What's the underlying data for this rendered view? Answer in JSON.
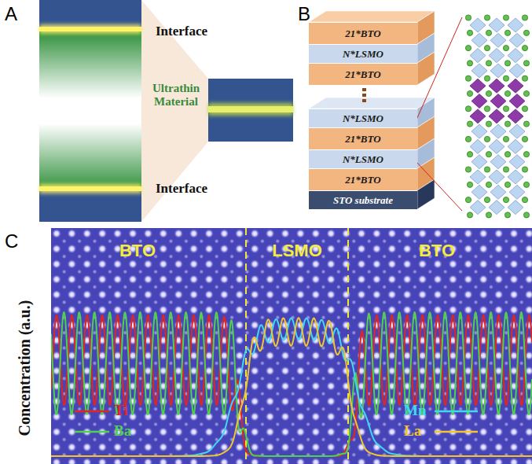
{
  "diagram": {
    "nodes": [
      {
        "text": [
          "21*BTO"
        ]
      },
      {
        "text": [
          "N*LSMO"
        ]
      },
      {
        "text": [
          "21*BTO"
        ]
      },
      {
        "text": [
          "N*LSMO"
        ]
      },
      {
        "text": [
          "21*BTO"
        ]
      },
      {
        "text": [
          "N*LSMO"
        ]
      },
      {
        "text": [
          "21*BTO"
        ]
      },
      {
        "text": [
          "STO substrate"
        ]
      }
    ],
    "labels": [
      "A",
      "Interface",
      "Ultrathin Material",
      "Interface",
      "B",
      "C",
      "BTO",
      "LSMO",
      "BTO",
      "Concentration (a.u.)"
    ],
    "legend": [
      {
        "text": "Ti"
      },
      {
        "text": "Ba"
      },
      {
        "text": "Mn"
      },
      {
        "text": "La"
      }
    ]
  }
}
